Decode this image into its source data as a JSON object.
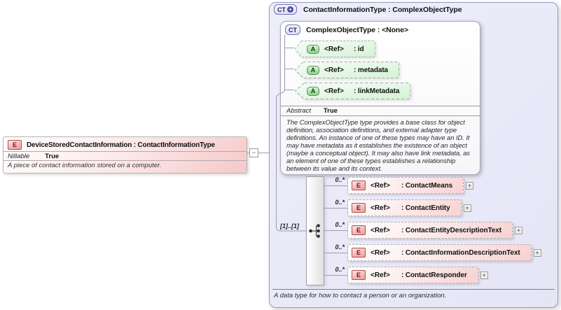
{
  "glyphs": {
    "expand": "+",
    "collapse": "−"
  },
  "colors": {
    "canvas_background": "#ffffff",
    "type_box_background": "#e8e8f7",
    "element_pink": "#f6caca",
    "attribute_green": "#d9f4d9",
    "connector_line": "#9c9cae"
  },
  "left_element": {
    "icon_label": "E",
    "title": "DeviceStoredContactInformation : ContactInformationType",
    "nillable_label": "Nillable",
    "nillable_value": "True",
    "description": "A piece of contact information stored on a computer."
  },
  "type_box": {
    "icon_label": "CT",
    "title": "ContactInformationType : ComplexObjectType",
    "footer_description": "A data type for how to contact a person or an organization.",
    "base_type": {
      "icon_label": "CT",
      "title": "ComplexObjectType : <None>",
      "attributes": [
        {
          "icon_label": "A",
          "ref": "<Ref>",
          "name": ": id"
        },
        {
          "icon_label": "A",
          "ref": "<Ref>",
          "name": ": metadata"
        },
        {
          "icon_label": "A",
          "ref": "<Ref>",
          "name": ": linkMetadata"
        }
      ],
      "abstract_label": "Abstract",
      "abstract_value": "True",
      "description": "The ComplexObjectType type provides a base class for object definition, association definitions, and external adapter type definitions. An instance of one of these types may have an ID. It may have metadata as it establishes the existence of an object (maybe a conceptual object). It may also have link metadata, as an element of one of these types establishes a relationship between its value and its context."
    },
    "sequence": {
      "cardinality": "[1]..[1]",
      "elements": [
        {
          "cardinality": "0..*",
          "icon_label": "E",
          "ref": "<Ref>",
          "name": ": ContactMeans"
        },
        {
          "cardinality": "0..*",
          "icon_label": "E",
          "ref": "<Ref>",
          "name": ": ContactEntity"
        },
        {
          "cardinality": "0..*",
          "icon_label": "E",
          "ref": "<Ref>",
          "name": ": ContactEntityDescriptionText"
        },
        {
          "cardinality": "0..*",
          "icon_label": "E",
          "ref": "<Ref>",
          "name": ": ContactInformationDescriptionText"
        },
        {
          "cardinality": "0..*",
          "icon_label": "E",
          "ref": "<Ref>",
          "name": ": ContactResponder"
        }
      ]
    }
  }
}
